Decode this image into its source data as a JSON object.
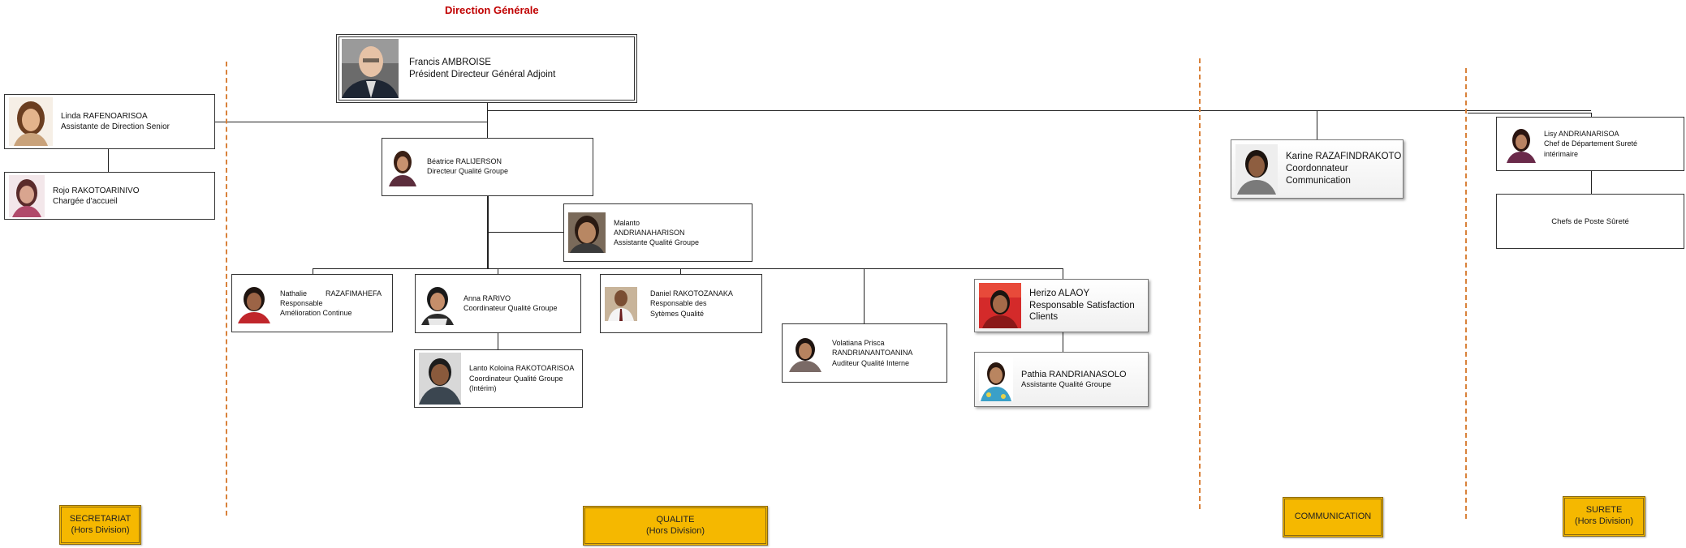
{
  "header": {
    "title": "Direction Générale"
  },
  "dg": {
    "name": "Francis AMBROISE",
    "role": "Président Directeur Général Adjoint"
  },
  "secretariat": {
    "assistant": {
      "name": "Linda RAFENOARISOA",
      "role": "Assistante de Direction Senior"
    },
    "accueil": {
      "name": "Rojo RAKOTOARINIVO",
      "role": "Chargée d'accueil"
    }
  },
  "qualite": {
    "director": {
      "name": "Béatrice RALIJERSON",
      "role": "Directeur Qualité Groupe"
    },
    "assistant": {
      "name_line1": "Malanto",
      "name_line2": "ANDRIANAHARISON",
      "role": "Assistante Qualité Groupe"
    },
    "nathalie": {
      "first": "Nathalie",
      "last": "RAZAFIMAHEFA",
      "role1": "Responsable",
      "role2": "Amélioration Continue"
    },
    "anna": {
      "name": "Anna RARIVO",
      "role": "Coordinateur Qualité Groupe"
    },
    "lanto": {
      "name": "Lanto Koloina RAKOTOARISOA",
      "role1": "Coordinateur Qualité Groupe",
      "role2": "(Intérim)"
    },
    "daniel": {
      "name": "Daniel RAKOTOZANAKA",
      "role1": "Responsable des",
      "role2": "Sytèmes Qualité"
    },
    "volatiana": {
      "name1": "Volatiana Prisca",
      "name2": "RANDRIANANTOANINA",
      "role": "Auditeur Qualité Interne"
    },
    "herizo": {
      "name": "Herizo ALAOY",
      "role1": "Responsable Satisfaction",
      "role2": "Clients"
    },
    "pathia": {
      "name": "Pathia RANDRIANASOLO",
      "role": "Assistante Qualité Groupe"
    }
  },
  "communication": {
    "name": "Karine RAZAFINDRAKOTO",
    "role1": "Coordonnateur",
    "role2": "Communication"
  },
  "surete": {
    "chief": {
      "name": "Lisy ANDRIANARISOA",
      "role1": "Chef de Département Sureté",
      "role2": "intérimaire"
    },
    "postes": {
      "label": "Chefs de Poste Sûreté"
    }
  },
  "divisions": {
    "secretariat": {
      "label": "SECRETARIAT",
      "sub": "(Hors Division)"
    },
    "qualite": {
      "label": "QUALITE",
      "sub": "(Hors Division)"
    },
    "communication": {
      "label": "COMMUNICATION"
    },
    "surete": {
      "label": "SURETE",
      "sub": "(Hors Division)"
    }
  },
  "colors": {
    "division_fill": "#f5b800",
    "separator": "#d9823b",
    "title": "#c00000"
  },
  "icons": {
    "person": "person-photo-icon"
  }
}
